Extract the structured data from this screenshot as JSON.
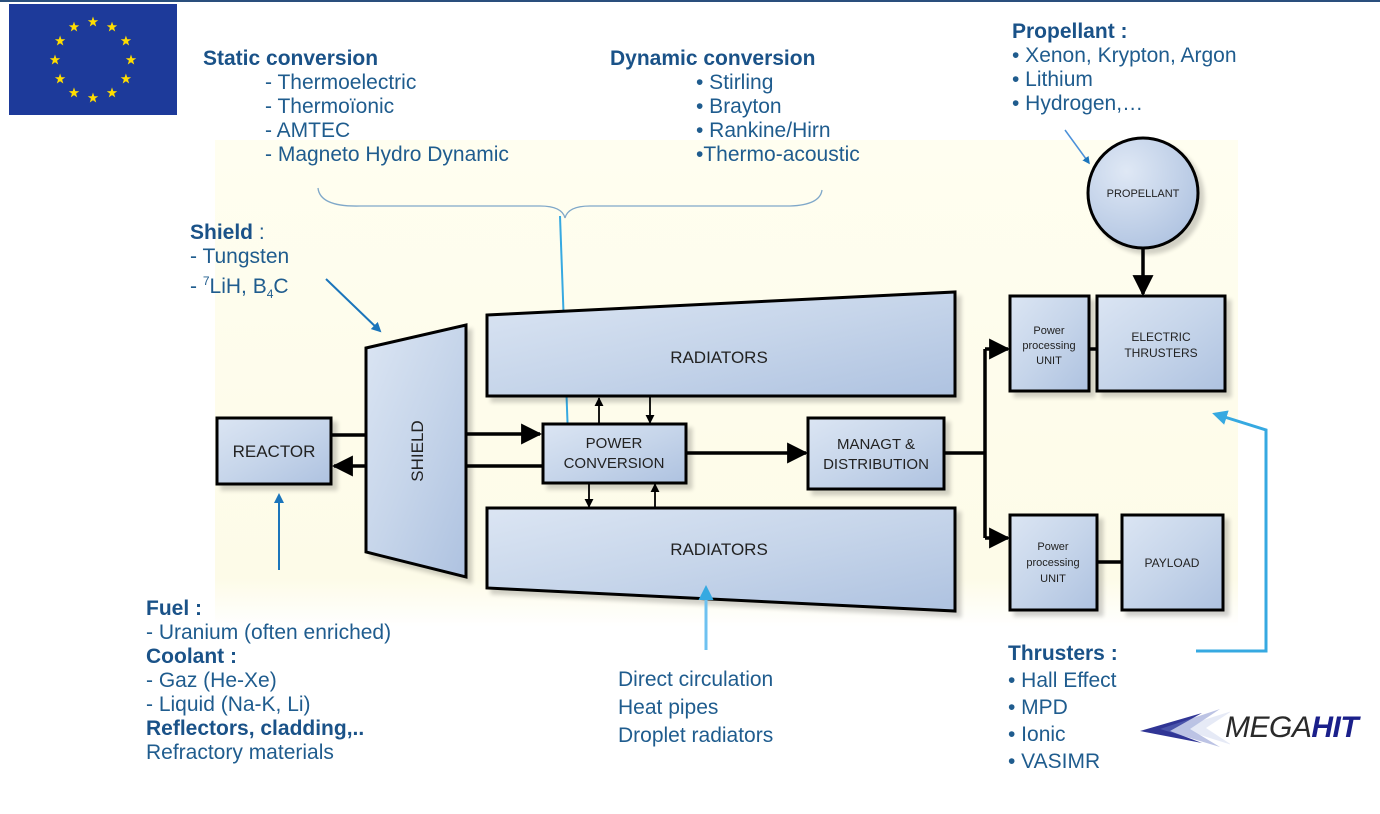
{
  "colors": {
    "accent_blue_text": "#1f5c8e",
    "node_fill": "#bccde6",
    "arrow_light_blue": "#36a9e1",
    "arrow_dark_blue": "#1b75bb",
    "eu_blue": "#1d3a9a",
    "eu_star": "#ffdd00",
    "background_panel": "#fdfbe8"
  },
  "logos": {
    "eu_flag": "eu-flag-icon",
    "megahit": {
      "prefix": "MEGA",
      "suffix": "HIT"
    }
  },
  "static_conversion": {
    "heading": "Static conversion",
    "items": [
      "- Thermoelectric",
      "- Thermoïonic",
      "- AMTEC",
      "- Magneto Hydro Dynamic"
    ]
  },
  "dynamic_conversion": {
    "heading": "Dynamic conversion",
    "items": [
      "• Stirling",
      "• Brayton",
      "• Rankine/Hirn",
      "•Thermo-acoustic"
    ]
  },
  "propellant_info": {
    "heading": "Propellant :",
    "items": [
      "• Xenon, Krypton, Argon",
      "• Lithium",
      "• Hydrogen,…"
    ]
  },
  "shield_info": {
    "heading": "Shield",
    "heading_suffix": " :",
    "items": [
      "- Tungsten"
    ],
    "formula": {
      "prefix": "- ",
      "sup": "7",
      "mid": "LiH, B",
      "sub": "4",
      "end": "C"
    }
  },
  "reactor_info": {
    "fuel_heading": "Fuel :",
    "fuel_items": [
      "- Uranium (often enriched)"
    ],
    "coolant_heading": "Coolant :",
    "coolant_items": [
      "- Gaz (He-Xe)",
      "- Liquid (Na-K, Li)"
    ],
    "reflectors_heading": "Reflectors, cladding,..",
    "reflectors_items": [
      "Refractory materials"
    ]
  },
  "radiator_info": {
    "items": [
      "Direct circulation",
      "Heat pipes",
      "Droplet radiators"
    ]
  },
  "thrusters_info": {
    "heading": "Thrusters :",
    "items": [
      "• Hall Effect",
      "• MPD",
      "• Ionic",
      "• VASIMR"
    ]
  },
  "nodes": {
    "reactor": "REACTOR",
    "shield": "SHIELD",
    "radiators_top": "RADIATORS",
    "radiators_bottom": "RADIATORS",
    "power_conversion": [
      "POWER",
      "CONVERSION"
    ],
    "management": [
      "MANAGT &",
      "DISTRIBUTION"
    ],
    "propellant": "PROPELLANT",
    "ppu_top": [
      "Power",
      "processing",
      "UNIT"
    ],
    "ppu_bottom": [
      "Power",
      "processing",
      "UNIT"
    ],
    "electric_thrusters": [
      "ELECTRIC",
      "THRUSTERS"
    ],
    "payload": "PAYLOAD"
  }
}
